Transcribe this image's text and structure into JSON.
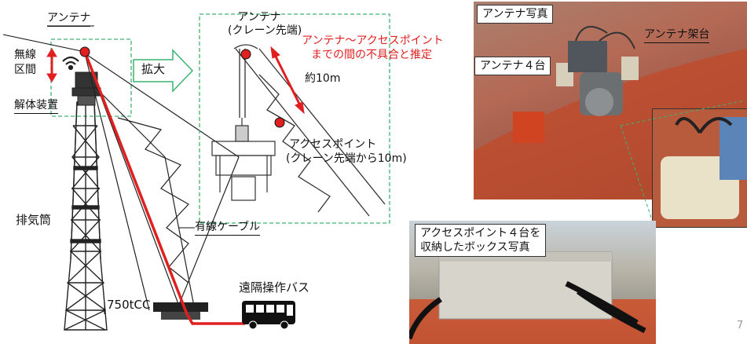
{
  "labels": {
    "antenna_top": "アンテナ",
    "wireless_section": [
      "無線",
      "区間"
    ],
    "dismantler": "解体装置",
    "stack": "排気筒",
    "wired_cable": "有線ケーブル",
    "crane": "750tCC",
    "remote_bus": "遠隔操作バス",
    "zoom": "拡大"
  },
  "zoom_view": {
    "antenna": [
      "アンテナ",
      "(クレーン先端)"
    ],
    "fault_note": [
      "アンテナ～アクセスポイント",
      "までの間の不具合と推定"
    ],
    "distance": "約10m",
    "access_point": [
      "アクセスポイント",
      "(クレーン先端から10m)"
    ]
  },
  "photos": {
    "antenna_photo_title": "アンテナ写真",
    "antenna_mount": "アンテナ架台",
    "antenna_count": "アンテナ４台",
    "box_photo_title": [
      "アクセスポイント４台を",
      "収納したボックス写真"
    ]
  },
  "page_number": "7",
  "colors": {
    "accent_red": "#e02020",
    "dashed_green": "#3cb371"
  }
}
